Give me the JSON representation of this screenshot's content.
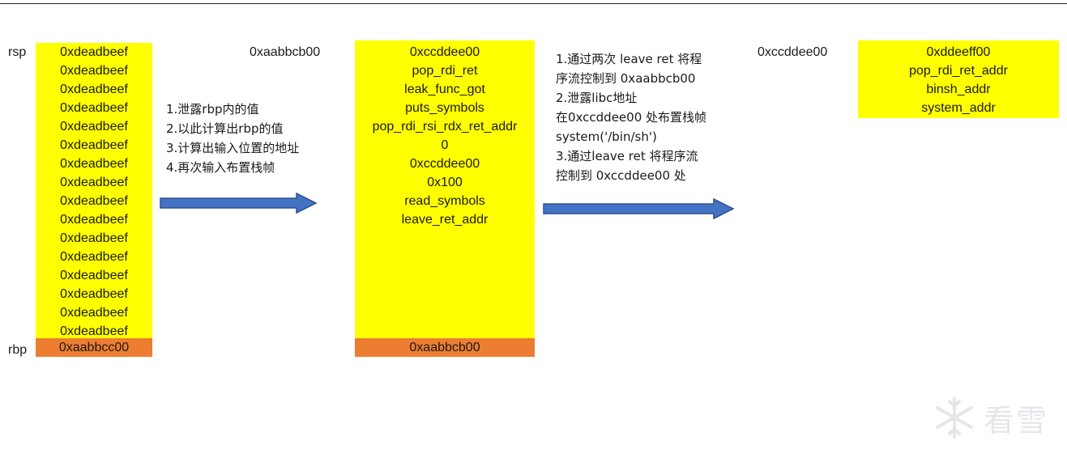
{
  "labels": {
    "rsp": "rsp",
    "rbp": "rbp"
  },
  "stack1": {
    "cells": [
      "0xdeadbeef",
      "0xdeadbeef",
      "0xdeadbeef",
      "0xdeadbeef",
      "0xdeadbeef",
      "0xdeadbeef",
      "0xdeadbeef",
      "0xdeadbeef",
      "0xdeadbeef",
      "0xdeadbeef",
      "0xdeadbeef",
      "0xdeadbeef",
      "0xdeadbeef",
      "0xdeadbeef",
      "0xdeadbeef",
      "0xdeadbeef"
    ],
    "rbp_value": "0xaabbcc00"
  },
  "address1": "0xaabbcb00",
  "note1": [
    "1.泄露rbp内的值",
    "2.以此计算出rbp的值",
    "3.计算出输入位置的地址",
    "4.再次输入布置栈帧"
  ],
  "stack2": {
    "cells": [
      "0xccddee00",
      "pop_rdi_ret",
      "leak_func_got",
      "puts_symbols",
      "pop_rdi_rsi_rdx_ret_addr",
      "0",
      "0xccddee00",
      "0x100",
      "read_symbols",
      "leave_ret_addr"
    ],
    "rbp_value": "0xaabbcb00"
  },
  "note2": [
    "1.通过两次 leave ret 将程",
    "序流控制到 0xaabbcb00",
    "2.泄露libc地址",
    "在0xccddee00 处布置栈帧",
    "system('/bin/sh')",
    "3.通过leave ret 将程序流",
    "控制到 0xccddee00 处"
  ],
  "address2": "0xccddee00",
  "stack3": {
    "cells": [
      "0xddeeff00",
      "pop_rdi_ret_addr",
      "binsh_addr",
      "system_addr"
    ]
  },
  "watermark": {
    "text": "看雪"
  },
  "colors": {
    "stack": "#ffff00",
    "rbp": "#ed7d31",
    "arrow_fill": "#4472c4",
    "arrow_stroke": "#2f528f"
  }
}
